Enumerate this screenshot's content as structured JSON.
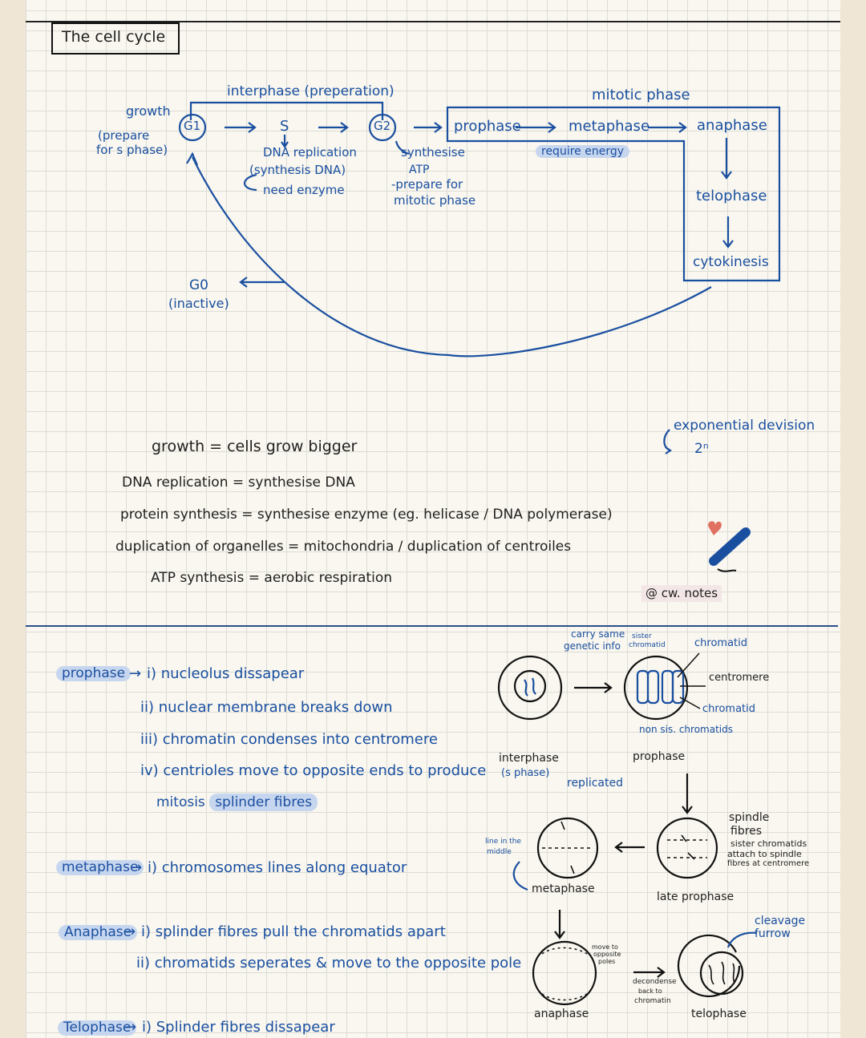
{
  "title": "The cell cycle",
  "cycle": {
    "interphase_label": "interphase (preperation)",
    "mitotic_label": "mitotic phase",
    "g1": "G1",
    "s": "S",
    "g2": "G2",
    "growth": "growth",
    "g1_note": [
      "(prepare",
      "for s phase)"
    ],
    "s_note": [
      "DNA replication",
      "(synthesis DNA)",
      "need enzyme"
    ],
    "g2_note": [
      "synthesise",
      "ATP",
      "-prepare for",
      "mitotic phase"
    ],
    "prophase": "prophase",
    "metaphase": "metaphase",
    "anaphase": "anaphase",
    "telophase": "telophase",
    "cytokinesis": "cytokinesis",
    "require_energy": "require energy",
    "g0": "G0",
    "inactive": "(inactive)"
  },
  "definitions": [
    "growth = cells grow bigger",
    "DNA replication = synthesise DNA",
    "protein synthesis = synthesise enzyme (eg. helicase / DNA polymerase)",
    "duplication of organelles = mitochondria / duplication of centroiles",
    "ATP synthesis = aerobic respiration"
  ],
  "exponential": {
    "label": "exponential devision",
    "formula": "2ⁿ"
  },
  "watermark": "@ cw. notes",
  "phases": {
    "prophase": {
      "label": "prophase",
      "items": [
        "i) nucleolus dissapear",
        "ii) nuclear membrane breaks down",
        "iii) chromatin condenses into centromere",
        "iv) centrioles move to opposite ends to produce"
      ],
      "tail_prefix": "mitosis",
      "tail_highlight": "splinder fibres"
    },
    "metaphase": {
      "label": "metaphase",
      "item": "i) chromosomes lines along equator"
    },
    "anaphase": {
      "label": "Anaphase",
      "items": [
        "i) splinder fibres pull the chromatids apart",
        "ii) chromatids seperates & move to the opposite pole"
      ]
    },
    "telophase": {
      "label": "Telophase",
      "item": "i) Splinder fibres dissapear"
    }
  },
  "diagram": {
    "carry_same": [
      "carry same",
      "genetic info"
    ],
    "sister_chromatid": [
      "sister",
      "chromatid"
    ],
    "chromatid_top": "chromatid",
    "centromere": "centromere",
    "chromatid_right": "chromatid",
    "non_sis": "non sis. chromatids",
    "interphase": [
      "interphase",
      "(s phase)"
    ],
    "replicated": "replicated",
    "prophase": "prophase",
    "spindle": [
      "spindle",
      "fibres"
    ],
    "sister_attach": [
      "sister chromatids",
      "attach to spindle",
      "fibres at centromere"
    ],
    "late_prophase": "late prophase",
    "line_middle": [
      "line in the",
      "middle"
    ],
    "metaphase": "metaphase",
    "move_poles": [
      "move to",
      "opposite",
      "poles"
    ],
    "decondense": [
      "decondense",
      "back to",
      "chromatin"
    ],
    "anaphase": "anaphase",
    "cleavage": [
      "cleavage",
      "furrow"
    ],
    "telophase": "telophase"
  }
}
